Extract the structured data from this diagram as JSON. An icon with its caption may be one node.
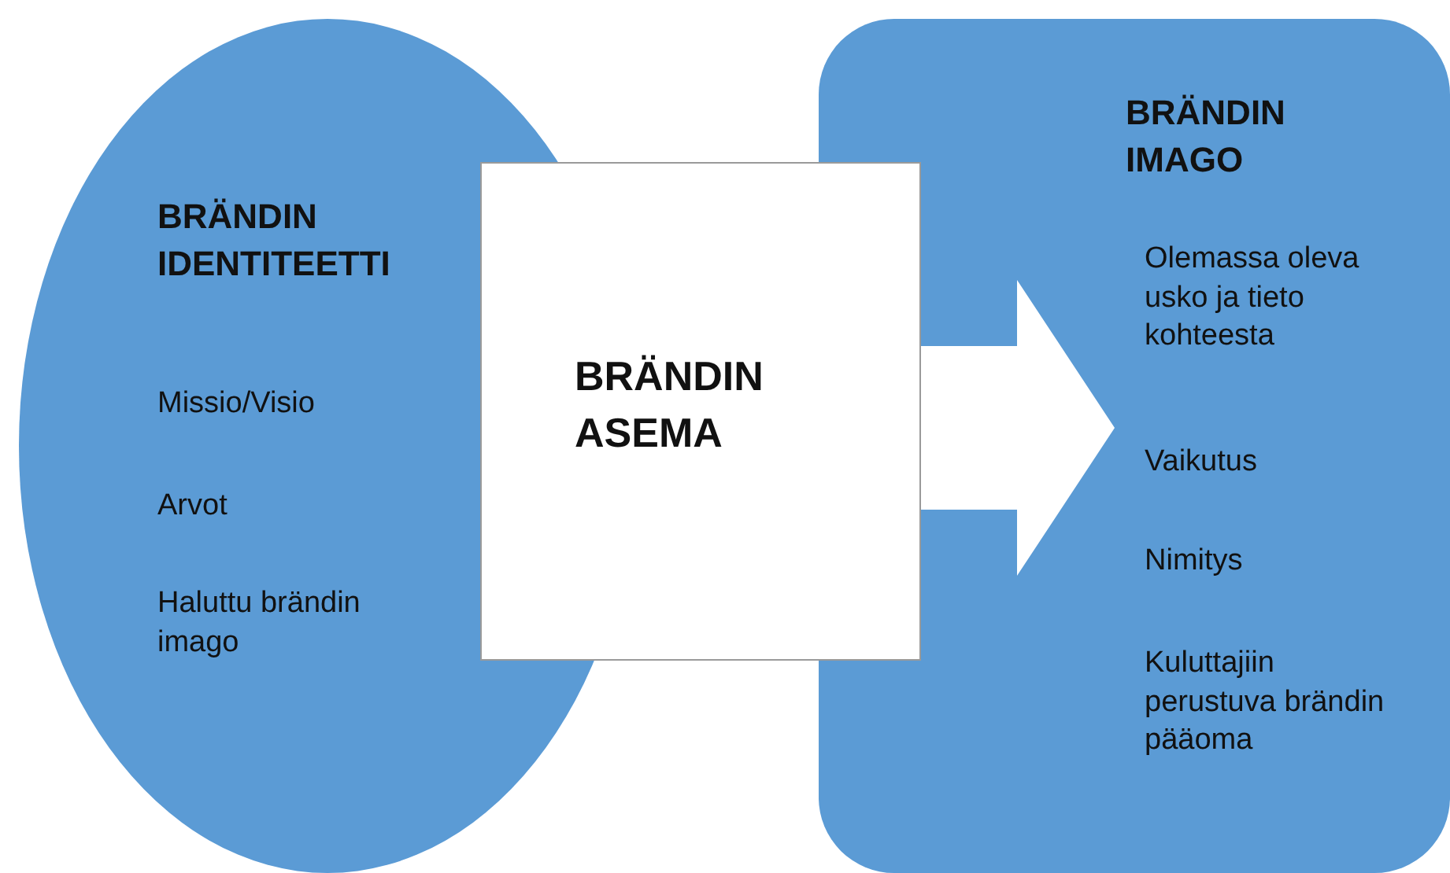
{
  "diagram": {
    "nodes": [
      {
        "text": [
          "BRÄNDIN IDENTITEETTI",
          "Missio/Visio",
          "Arvot",
          "Haluttu brändin imago"
        ]
      },
      {
        "text": [
          "BRÄNDIN ASEMA"
        ]
      },
      {
        "text": [
          "BRÄNDIN IMAGO",
          "Olemassa oleva usko ja tieto kohteesta",
          "Vaikutus",
          "Nimitys",
          "Kuluttajiin perustuva brändin pääoma"
        ]
      }
    ],
    "edges": [
      {
        "from": 1,
        "to": 2,
        "arrow": "to"
      }
    ]
  }
}
